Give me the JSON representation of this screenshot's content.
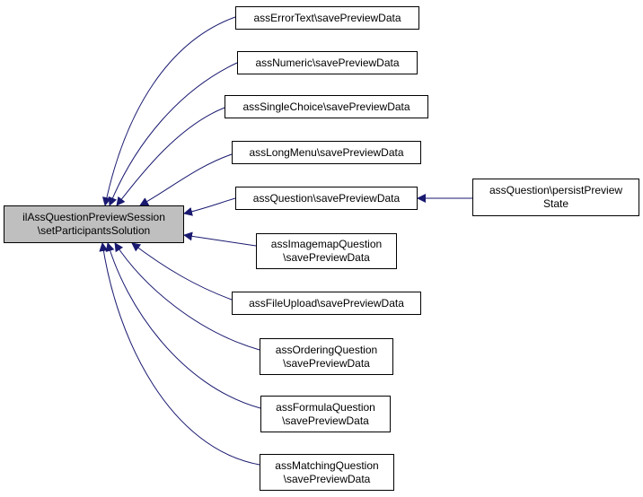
{
  "colors": {
    "edge": "#191970",
    "root_fill": "#bfbfbf",
    "node_fill": "#ffffff",
    "border": "#000000"
  },
  "nodes": {
    "root": {
      "line1": "ilAssQuestionPreviewSession",
      "line2": "\\setParticipantsSolution"
    },
    "n1": {
      "line1": "assErrorText\\savePreviewData"
    },
    "n2": {
      "line1": "assNumeric\\savePreviewData"
    },
    "n3": {
      "line1": "assSingleChoice\\savePreviewData"
    },
    "n4": {
      "line1": "assLongMenu\\savePreviewData"
    },
    "n5": {
      "line1": "assQuestion\\savePreviewData"
    },
    "n6": {
      "line1": "assImagemapQuestion",
      "line2": "\\savePreviewData"
    },
    "n7": {
      "line1": "assFileUpload\\savePreviewData"
    },
    "n8": {
      "line1": "assOrderingQuestion",
      "line2": "\\savePreviewData"
    },
    "n9": {
      "line1": "assFormulaQuestion",
      "line2": "\\savePreviewData"
    },
    "n10": {
      "line1": "assMatchingQuestion",
      "line2": "\\savePreviewData"
    },
    "n11": {
      "line1": "assQuestion\\persistPreview",
      "line2": "State"
    }
  },
  "edges": [
    {
      "from": "n1",
      "to": "root"
    },
    {
      "from": "n2",
      "to": "root"
    },
    {
      "from": "n3",
      "to": "root"
    },
    {
      "from": "n4",
      "to": "root"
    },
    {
      "from": "n5",
      "to": "root"
    },
    {
      "from": "n6",
      "to": "root"
    },
    {
      "from": "n7",
      "to": "root"
    },
    {
      "from": "n8",
      "to": "root"
    },
    {
      "from": "n9",
      "to": "root"
    },
    {
      "from": "n10",
      "to": "root"
    },
    {
      "from": "n11",
      "to": "n5"
    }
  ]
}
